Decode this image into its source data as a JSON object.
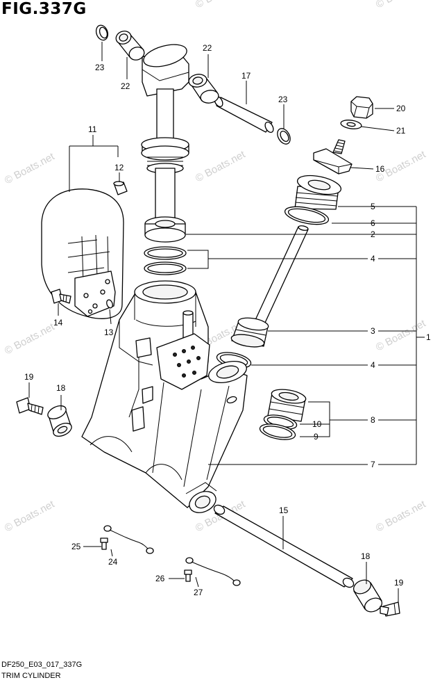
{
  "figure": {
    "title": "FIG.337G",
    "drawing_code": "DF250_E03_017_337G",
    "drawing_name": "TRIM CYLINDER",
    "watermark": "© Boats.net"
  },
  "callouts": {
    "c1": "1",
    "c2": "2",
    "c3": "3",
    "c4a": "4",
    "c4b": "4",
    "c5": "5",
    "c6": "6",
    "c7": "7",
    "c8": "8",
    "c9": "9",
    "c10": "10",
    "c11": "11",
    "c12": "12",
    "c13": "13",
    "c14": "14",
    "c15": "15",
    "c16": "16",
    "c17": "17",
    "c18a": "18",
    "c18b": "18",
    "c19a": "19",
    "c19b": "19",
    "c20": "20",
    "c21": "21",
    "c22a": "22",
    "c22b": "22",
    "c23a": "23",
    "c23b": "23",
    "c24": "24",
    "c25": "25",
    "c26": "26",
    "c27": "27"
  },
  "colors": {
    "line": "#000000",
    "background": "#ffffff",
    "watermark": "#cfcfcf"
  }
}
